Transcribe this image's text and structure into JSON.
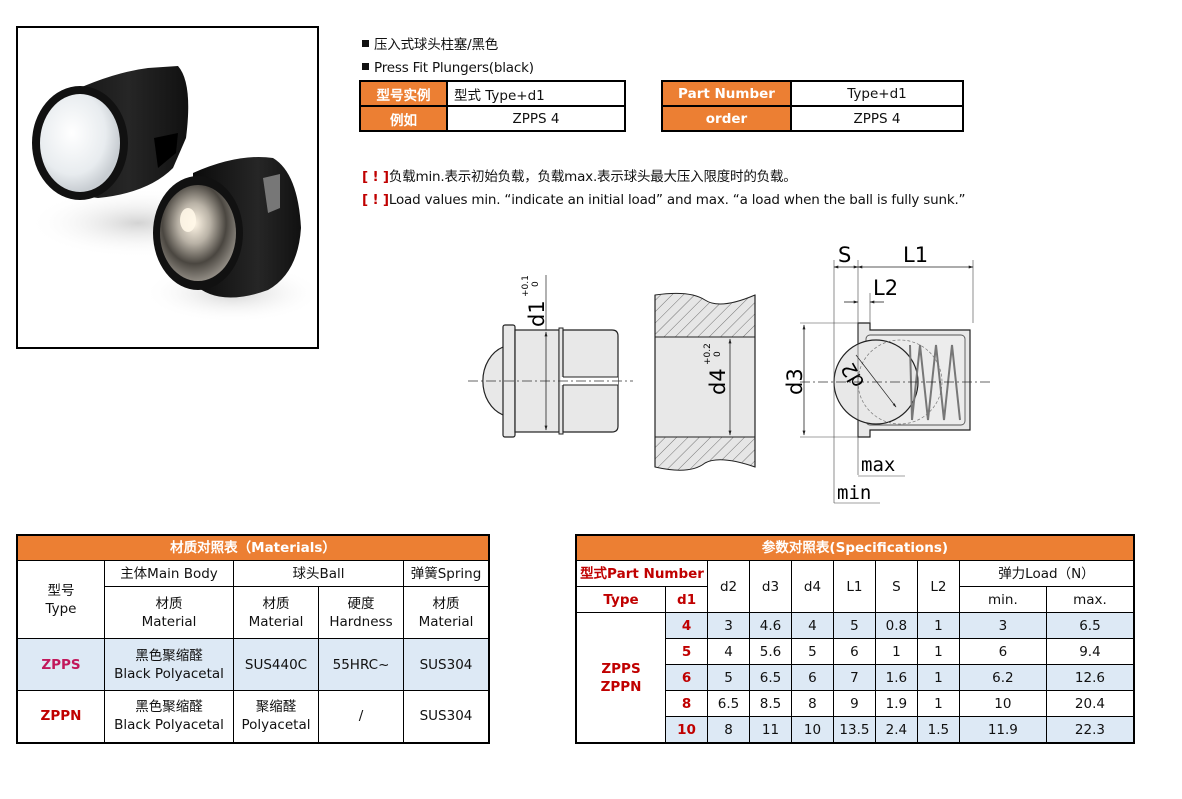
{
  "header": {
    "title_cn": "压入式球头柱塞/黑色",
    "title_en": "Press Fit Plungers(black)"
  },
  "part_number_cn": {
    "row1_label": "型号实例",
    "row1_value": "型式  Type+d1",
    "row2_label": "例如",
    "row2_value": "ZPPS 4"
  },
  "part_number_en": {
    "row1_label": "Part Number",
    "row1_value": "Type+d1",
    "row2_label": "order",
    "row2_value": "ZPPS 4"
  },
  "notes": {
    "mark": "[ ! ]",
    "cn": "负载min.表示初始负载，负载max.表示球头最大压入限度时的负载。",
    "en": "Load values min. “indicate an initial load”  and max.  “a load when the ball is fully sunk.”"
  },
  "diagram": {
    "d1": "d1",
    "d1_tol_upper": "+0.1",
    "d1_tol_lower": "0",
    "d4": "d4",
    "d4_tol_upper": "+0.2",
    "d4_tol_lower": "0",
    "d3": "d3",
    "d2": "d2",
    "S": "S",
    "L1": "L1",
    "L2": "L2",
    "max": "max",
    "min": "min"
  },
  "materials": {
    "title": "材质对照表（Materials）",
    "col_type": "型号\nType",
    "col_type_cn": "型号",
    "col_type_en": "Type",
    "group_body": "主体Main Body",
    "group_ball": "球头Ball",
    "group_spring": "弹簧Spring",
    "sub_material_cn": "材质",
    "sub_material_en": "Material",
    "sub_hardness_cn": "硬度",
    "sub_hardness_en": "Hardness",
    "rows": [
      {
        "type": "ZPPS",
        "body_cn": "黑色聚缩醛",
        "body_en": "Black Polyacetal",
        "ball_material": "SUS440C",
        "ball_material_en": "",
        "hardness": "55HRC~",
        "spring": "SUS304"
      },
      {
        "type": "ZPPN",
        "body_cn": "黑色聚缩醛",
        "body_en": "Black Polyacetal",
        "ball_material": "聚缩醛",
        "ball_material_en": "Polyacetal",
        "hardness": "/",
        "spring": "SUS304"
      }
    ]
  },
  "specifications": {
    "title": "参数对照表(Specifications)",
    "header_part_number": "型式Part Number",
    "header_type": "Type",
    "header_d1": "d1",
    "columns": [
      "d2",
      "d3",
      "d4",
      "L1",
      "S",
      "L2"
    ],
    "load_header": "弹力Load（N）",
    "load_min": "min.",
    "load_max": "max.",
    "type_label_1": "ZPPS",
    "type_label_2": "ZPPN",
    "rows": [
      {
        "d1": "4",
        "d2": "3",
        "d3": "4.6",
        "d4": "4",
        "L1": "5",
        "S": "0.8",
        "L2": "1",
        "min": "3",
        "max": "6.5"
      },
      {
        "d1": "5",
        "d2": "4",
        "d3": "5.6",
        "d4": "5",
        "L1": "6",
        "S": "1",
        "L2": "1",
        "min": "6",
        "max": "9.4"
      },
      {
        "d1": "6",
        "d2": "5",
        "d3": "6.5",
        "d4": "6",
        "L1": "7",
        "S": "1.6",
        "L2": "1",
        "min": "6.2",
        "max": "12.6"
      },
      {
        "d1": "8",
        "d2": "6.5",
        "d3": "8.5",
        "d4": "8",
        "L1": "9",
        "S": "1.9",
        "L2": "1",
        "min": "10",
        "max": "20.4"
      },
      {
        "d1": "10",
        "d2": "8",
        "d3": "11",
        "d4": "10",
        "L1": "13.5",
        "S": "2.4",
        "L2": "1.5",
        "min": "11.9",
        "max": "22.3"
      }
    ]
  },
  "colors": {
    "accent_orange": "#ec7f33",
    "row_blue": "#dde9f5",
    "red_text": "#c00000"
  }
}
